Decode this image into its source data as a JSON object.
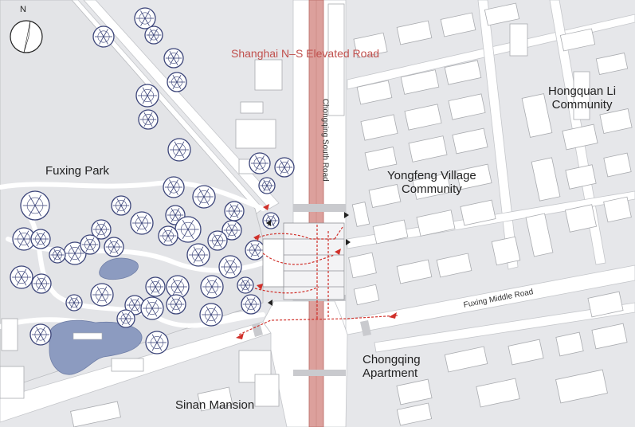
{
  "compass": {
    "label": "N"
  },
  "labels": {
    "elevated_road": "Shanghai N–S Elevated Road",
    "chongqing_road": "Chongqing South Road",
    "fuxing_road": "Fuxing Middle Road",
    "fuxing_park": "Fuxing Park",
    "yongfeng_1": "Yongfeng Village",
    "yongfeng_2": "Community",
    "hongquan_1": "Hongquan Li",
    "hongquan_2": "Community",
    "chongqing_apt_1": "Chongqing",
    "chongqing_apt_2": "Apartment",
    "sinan": "Sinan Mansion"
  },
  "colors": {
    "background": "#e6e7ea",
    "road": "#ffffff",
    "building": "#ffffff",
    "building_stroke": "#a9abaf",
    "elevated_road": "#dca09c",
    "route": "#d0302a",
    "tree": "#3b4479",
    "water": "#8c9bc0",
    "park": "#e3e4e7"
  },
  "icons": [
    "compass-icon",
    "tree-icon",
    "route-arrow-icon",
    "view-marker-icon"
  ]
}
